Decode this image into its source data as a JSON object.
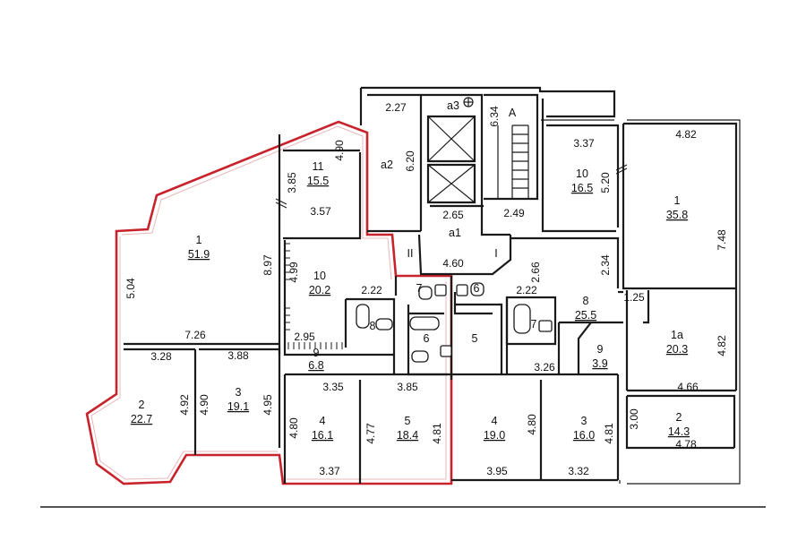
{
  "rooms": [
    {
      "num": "1",
      "area": "51.9"
    },
    {
      "num": "2",
      "area": "22.7"
    },
    {
      "num": "3",
      "area": "19.1"
    },
    {
      "num": "9",
      "area": "6.8"
    },
    {
      "num": "10",
      "area": "20.2"
    },
    {
      "num": "11",
      "area": "15.5"
    },
    {
      "num": "4",
      "area": "16.1"
    },
    {
      "num": "5",
      "area": "18.4"
    },
    {
      "num": "7",
      "area": ""
    },
    {
      "num": "8",
      "area": ""
    },
    {
      "num": "6",
      "area": ""
    },
    {
      "num": "5",
      "area": ""
    },
    {
      "num": "6",
      "area": ""
    },
    {
      "num": "7",
      "area": ""
    },
    {
      "num": "4",
      "area": "19.0"
    },
    {
      "num": "3",
      "area": "16.0"
    },
    {
      "num": "8",
      "area": "25.5"
    },
    {
      "num": "9",
      "area": "3.9"
    },
    {
      "num": "10",
      "area": "16.5"
    },
    {
      "num": "1",
      "area": "35.8"
    },
    {
      "num": "1a",
      "area": "20.3"
    },
    {
      "num": "2",
      "area": "14.3"
    }
  ],
  "core_labels": [
    "a3",
    "a2",
    "a1",
    "A",
    "II",
    "I"
  ],
  "dimensions": [
    "2.27",
    "6.20",
    "6.34",
    "2.65",
    "2.49",
    "4.60",
    "4.90",
    "3.85",
    "3.57",
    "8.97",
    "5.04",
    "7.26",
    "4.99",
    "2.22",
    "2.95",
    "3.28",
    "3.88",
    "4.92",
    "4.90",
    "4.95",
    "3.35",
    "3.85",
    "4.80",
    "4.77",
    "4.81",
    "3.37",
    "3.37",
    "5.20",
    "4.82",
    "7.48",
    "2.66",
    "2.34",
    "2.22",
    "1.25",
    "3.26",
    "4.82",
    "4.66",
    "3.00",
    "4.78",
    "4.80",
    "4.81",
    "3.95",
    "3.32"
  ]
}
